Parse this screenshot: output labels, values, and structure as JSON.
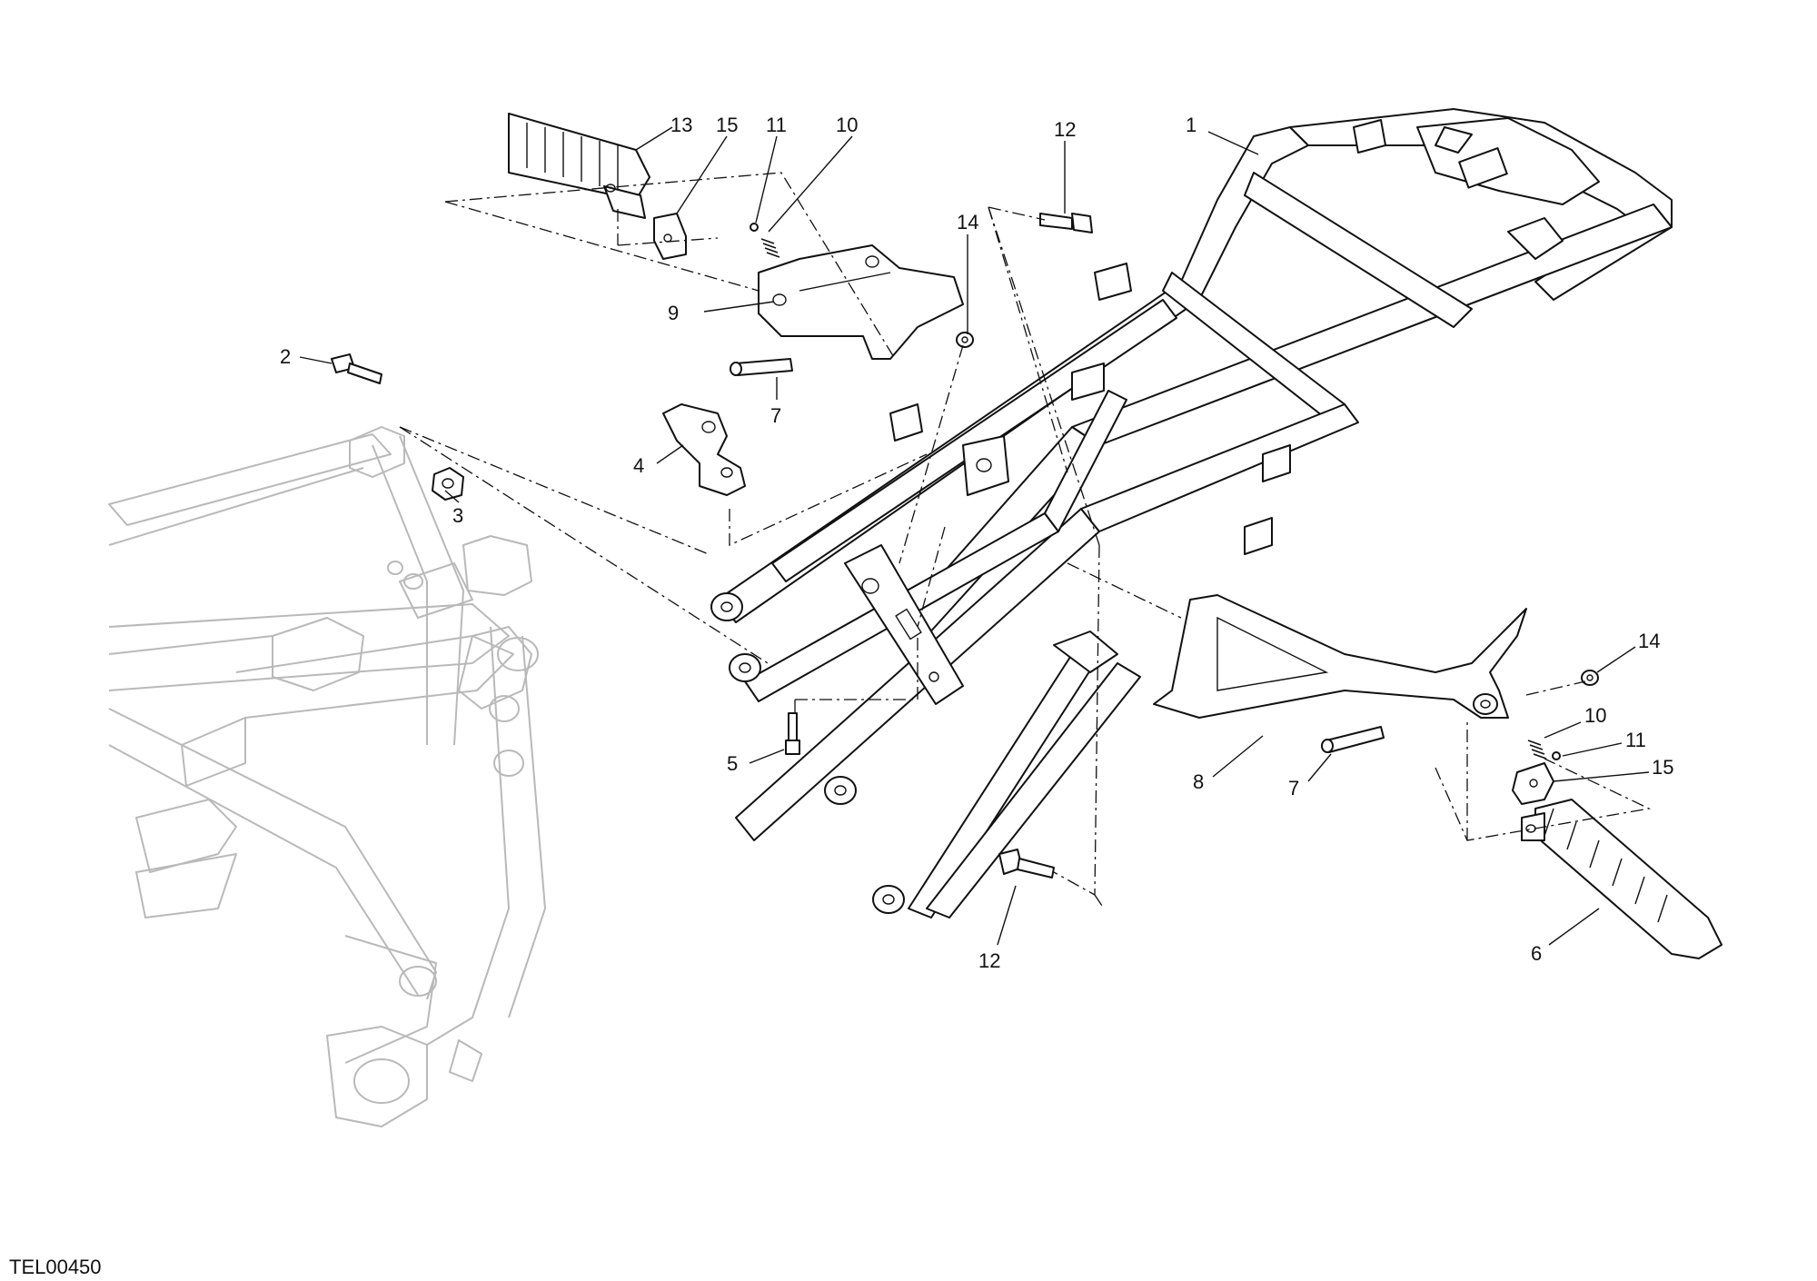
{
  "drawing_code": "TEL00450",
  "callouts": {
    "c1": "1",
    "c2": "2",
    "c3": "3",
    "c4": "4",
    "c5": "5",
    "c6": "6",
    "c7a": "7",
    "c7b": "7",
    "c8": "8",
    "c9": "9",
    "c10a": "10",
    "c10b": "10",
    "c11a": "11",
    "c11b": "11",
    "c12a": "12",
    "c12b": "12",
    "c13": "13",
    "c14a": "14",
    "c14b": "14",
    "c15a": "15",
    "c15b": "15"
  },
  "colors": {
    "line": "#111111",
    "ghost_frame": "#b9b9b9",
    "background": "#ffffff"
  }
}
